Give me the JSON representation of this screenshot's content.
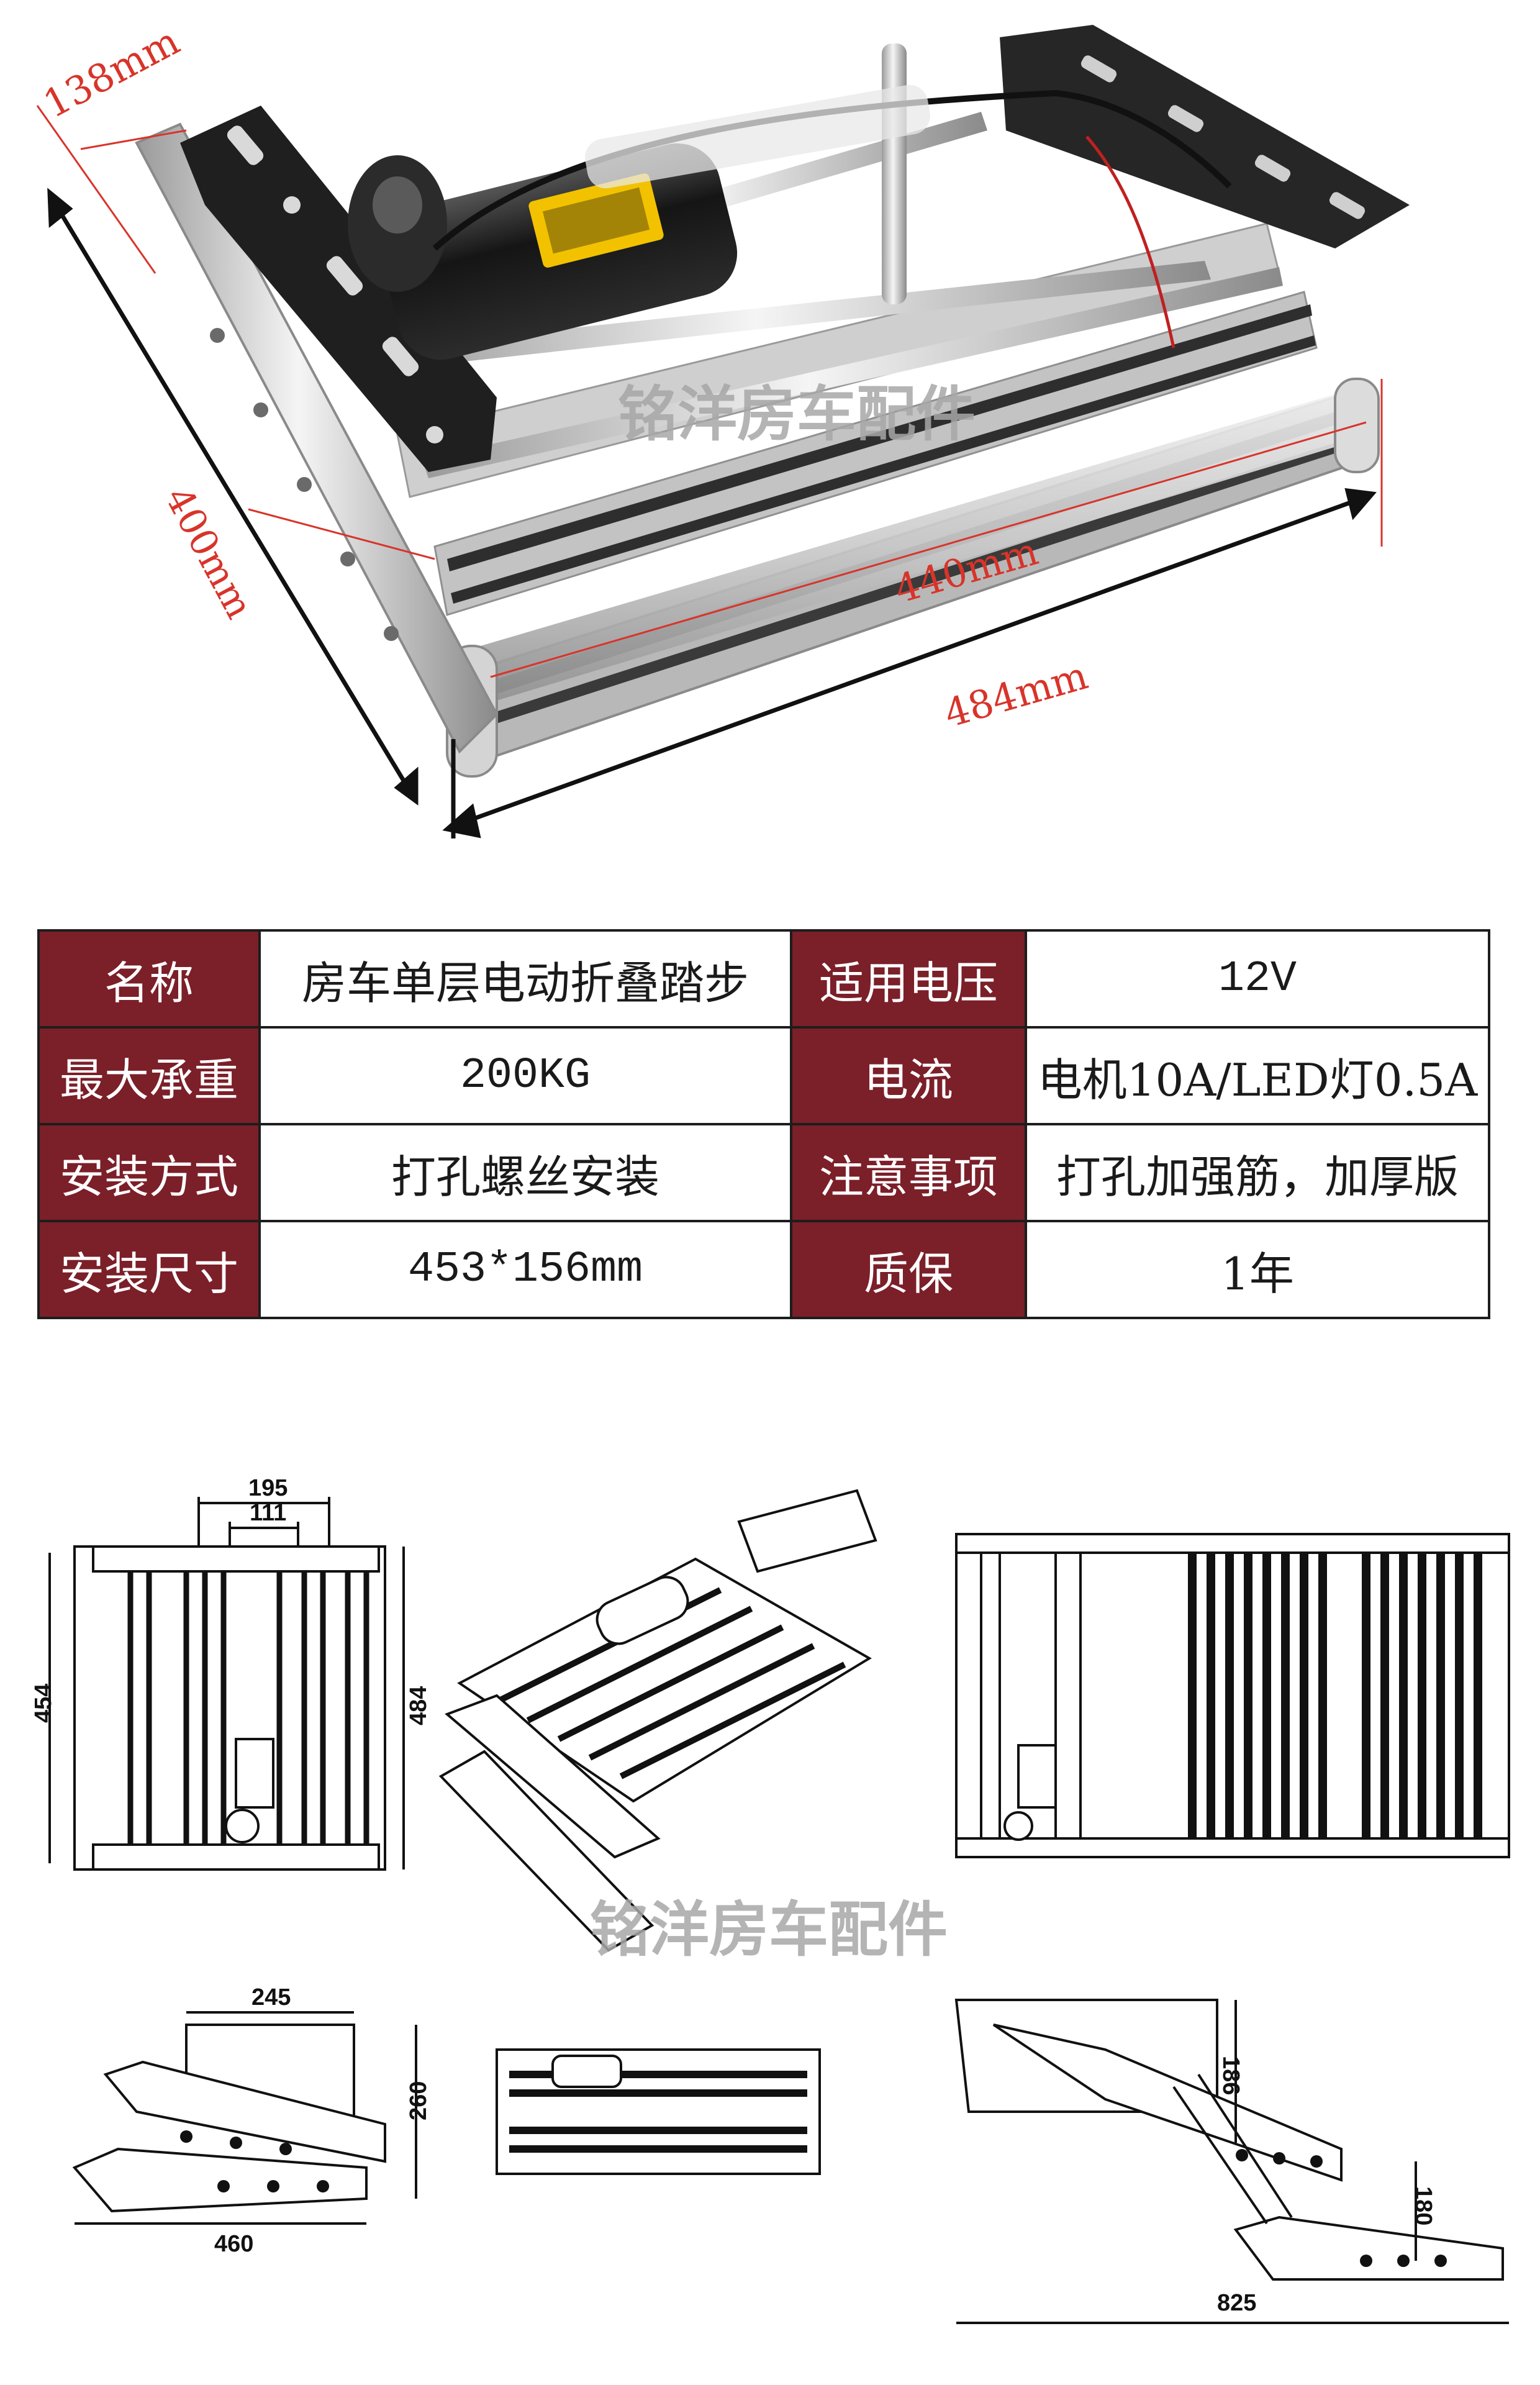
{
  "photo": {
    "dimensions": {
      "d138": "138mm",
      "d400": "400mm",
      "d440": "440mm",
      "d484": "484mm"
    },
    "watermark": "铭洋房车配件"
  },
  "spec_table": {
    "rows": [
      [
        {
          "k": "名称"
        },
        {
          "v": "房车单层电动折叠踏步"
        },
        {
          "k": "适用电压"
        },
        {
          "v": "12V"
        }
      ],
      [
        {
          "k": "最大承重"
        },
        {
          "v": "200KG"
        },
        {
          "k": "电流"
        },
        {
          "v": "电机10A/LED灯0.5A"
        }
      ],
      [
        {
          "k": "安装方式"
        },
        {
          "v": "打孔螺丝安装"
        },
        {
          "k": "注意事项"
        },
        {
          "v": "打孔加强筋，加厚版"
        }
      ],
      [
        {
          "k": "安装尺寸"
        },
        {
          "v": "453*156mm"
        },
        {
          "k": "质保"
        },
        {
          "v": "1年"
        }
      ]
    ],
    "colors": {
      "key_bg": "#7b1f29",
      "key_text": "#ffffff",
      "border": "#1d1d1d"
    }
  },
  "drawings": {
    "top_view": {
      "w195": "195",
      "w111": "111",
      "h454": "454",
      "h484": "484"
    },
    "side_view": {
      "w245": "245",
      "h260": "260",
      "w460": "460"
    },
    "extended_view": {
      "h186": "186",
      "h180": "180",
      "w825": "825"
    },
    "watermark": "铭洋房车配件"
  }
}
